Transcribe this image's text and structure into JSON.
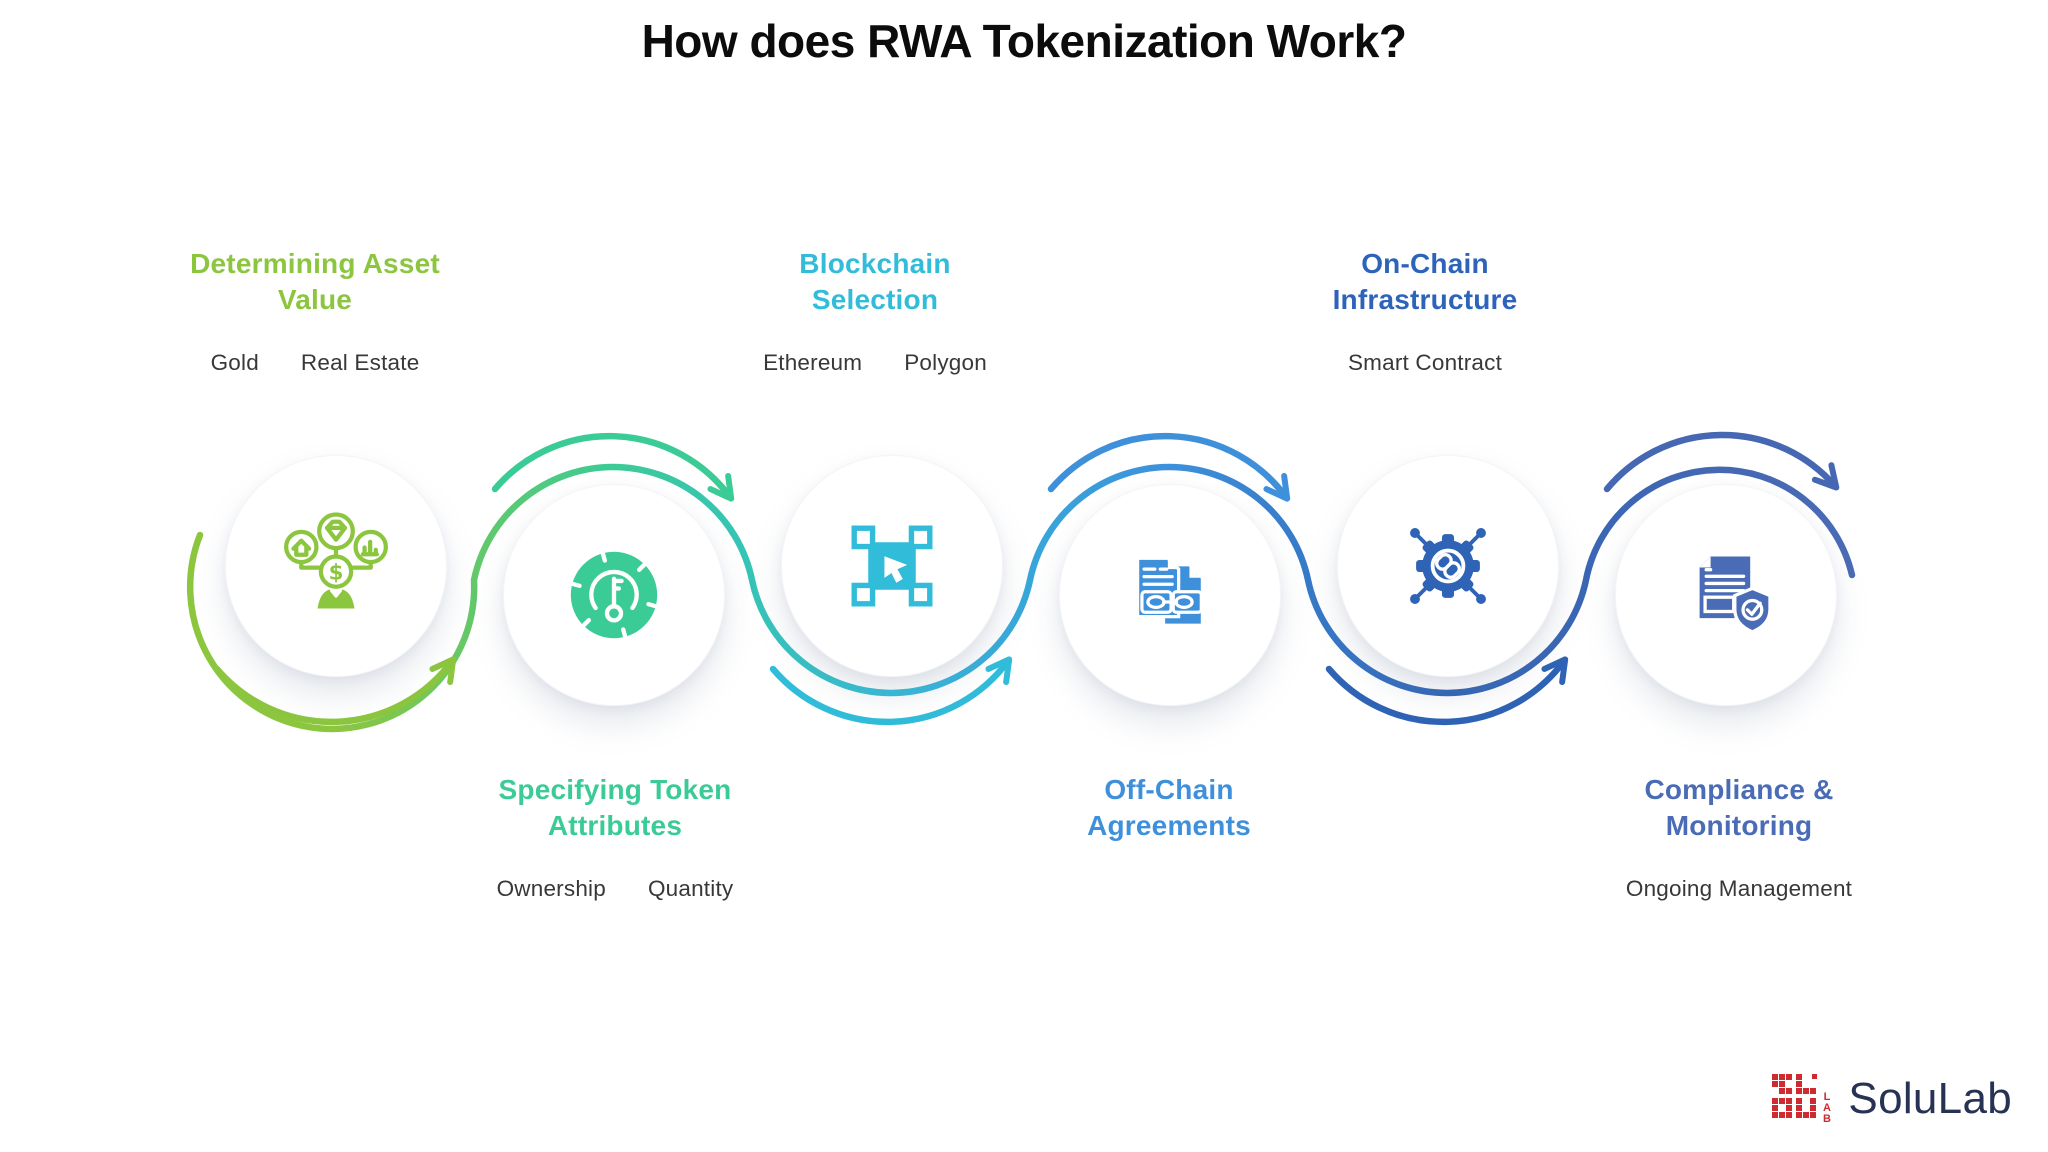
{
  "title": "How does RWA Tokenization Work?",
  "steps": [
    {
      "title_lines": [
        "Determining Asset",
        "Value"
      ],
      "tags": [
        "Gold",
        "Real Estate"
      ],
      "color": "#8CC63F",
      "icon": "asset-value-icon",
      "label_position": "top"
    },
    {
      "title_lines": [
        "Specifying Token",
        "Attributes"
      ],
      "tags": [
        "Ownership",
        "Quantity"
      ],
      "color": "#3BCB96",
      "icon": "token-key-icon",
      "label_position": "bottom"
    },
    {
      "title_lines": [
        "Blockchain",
        "Selection"
      ],
      "tags": [
        "Ethereum",
        "Polygon"
      ],
      "color": "#31BCD9",
      "icon": "blockchain-selection-icon",
      "label_position": "top"
    },
    {
      "title_lines": [
        "Off-Chain",
        "Agreements"
      ],
      "tags": [],
      "color": "#3E90DB",
      "icon": "linked-documents-icon",
      "label_position": "bottom"
    },
    {
      "title_lines": [
        "On-Chain",
        "Infrastructure"
      ],
      "tags": [
        "Smart Contract"
      ],
      "color": "#2D64BA",
      "icon": "onchain-gear-icon",
      "label_position": "top"
    },
    {
      "title_lines": [
        "Compliance &",
        "Monitoring"
      ],
      "tags": [
        "Ongoing Management"
      ],
      "color": "#4A6BB5",
      "icon": "compliance-shield-icon",
      "label_position": "bottom"
    }
  ],
  "flow_colors": {
    "green": "#8CC63F",
    "emerald": "#3BCB96",
    "cyan": "#31BCD9",
    "blue": "#3E90DB",
    "royal": "#2E63B5",
    "indigo": "#4A6BB5"
  },
  "logo": {
    "name": "SoluLab",
    "mark_letters_0": "L",
    "mark_letters_1": "A",
    "mark_letters_2": "B"
  }
}
